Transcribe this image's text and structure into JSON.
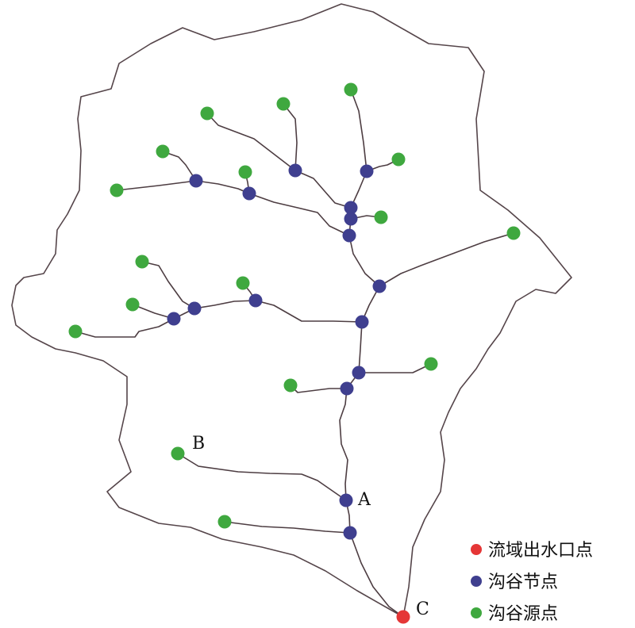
{
  "colors": {
    "outlet": "#e53636",
    "node": "#3f3f8f",
    "source": "#3fa83f",
    "boundary": "#55454a",
    "stream": "#4d3d42"
  },
  "point_labels": {
    "a": "A",
    "b": "B",
    "c": "C"
  },
  "legend": [
    {
      "key": "outlet",
      "label": "流域出水口点",
      "icon": "red-dot"
    },
    {
      "key": "node",
      "label": "沟谷节点",
      "icon": "blue-dot"
    },
    {
      "key": "source",
      "label": "沟谷源点",
      "icon": "green-dot"
    }
  ]
}
